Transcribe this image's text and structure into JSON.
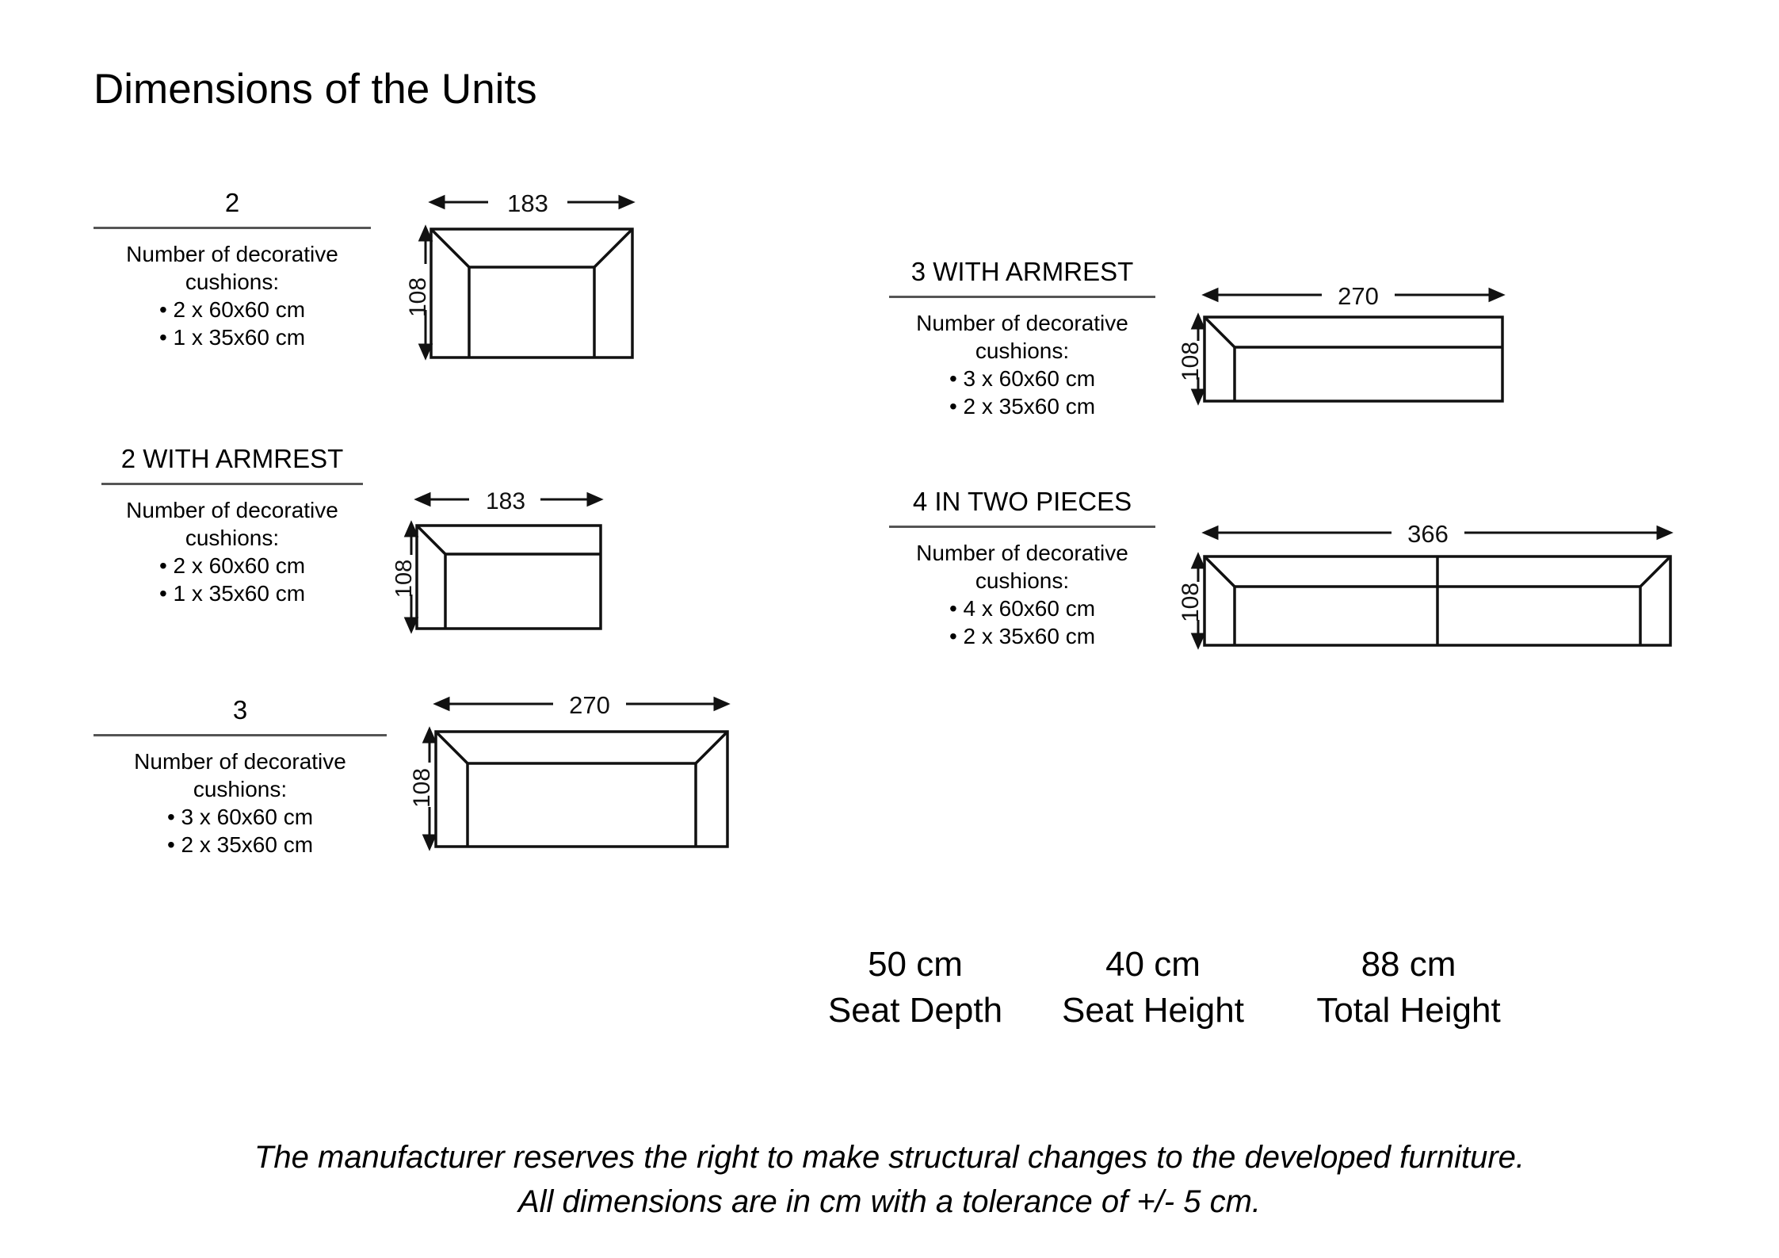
{
  "title": "Dimensions of the Units",
  "cushion_heading_line1": "Number of decorative",
  "cushion_heading_line2": "cushions:",
  "units": [
    {
      "name": "2",
      "cushions": [
        "• 2 x 60x60 cm",
        "• 1 x 35x60 cm"
      ],
      "width_label": "183",
      "height_label": "108",
      "armrests": "both"
    },
    {
      "name": "2 WITH ARMREST",
      "cushions": [
        "• 2 x 60x60 cm",
        "• 1 x 35x60 cm"
      ],
      "width_label": "183",
      "height_label": "108",
      "armrests": "left"
    },
    {
      "name": "3",
      "cushions": [
        "• 3 x 60x60 cm",
        "• 2 x 35x60 cm"
      ],
      "width_label": "270",
      "height_label": "108",
      "armrests": "both"
    },
    {
      "name": "3 WITH ARMREST",
      "cushions": [
        "• 3 x 60x60 cm",
        "• 2 x 35x60 cm"
      ],
      "width_label": "270",
      "height_label": "108",
      "armrests": "left"
    },
    {
      "name": "4 IN TWO PIECES",
      "cushions": [
        "• 4 x 60x60 cm",
        "• 2 x 35x60 cm"
      ],
      "width_label": "366",
      "height_label": "108",
      "armrests": "both-split"
    }
  ],
  "summary": [
    {
      "value": "50 cm",
      "label": "Seat Depth"
    },
    {
      "value": "40 cm",
      "label": "Seat Height"
    },
    {
      "value": "88 cm",
      "label": "Total Height"
    }
  ],
  "footer": {
    "line1": "The manufacturer reserves the right to make structural changes to the developed furniture.",
    "line2": "All dimensions are in cm with a tolerance of +/- 5 cm."
  },
  "chart_data": {
    "type": "table",
    "title": "Dimensions of the Units",
    "units": [
      {
        "name": "2",
        "width_cm": 183,
        "height_cm": 108,
        "armrests": "both",
        "cushions_60x60": 2,
        "cushions_35x60": 1
      },
      {
        "name": "2 WITH ARMREST",
        "width_cm": 183,
        "height_cm": 108,
        "armrests": "left",
        "cushions_60x60": 2,
        "cushions_35x60": 1
      },
      {
        "name": "3",
        "width_cm": 270,
        "height_cm": 108,
        "armrests": "both",
        "cushions_60x60": 3,
        "cushions_35x60": 2
      },
      {
        "name": "3 WITH ARMREST",
        "width_cm": 270,
        "height_cm": 108,
        "armrests": "left",
        "cushions_60x60": 3,
        "cushions_35x60": 2
      },
      {
        "name": "4 IN TWO PIECES",
        "width_cm": 366,
        "height_cm": 108,
        "armrests": "both",
        "cushions_60x60": 4,
        "cushions_35x60": 2
      }
    ],
    "common_dimensions": {
      "seat_depth_cm": 50,
      "seat_height_cm": 40,
      "total_height_cm": 88
    }
  }
}
